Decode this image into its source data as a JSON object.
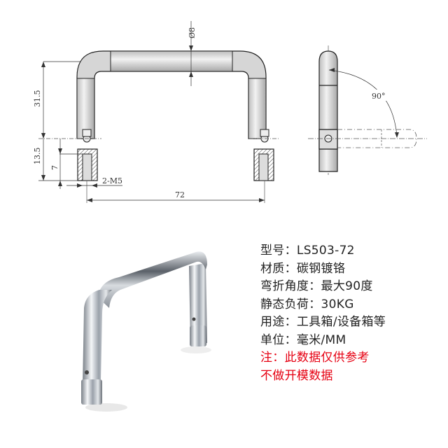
{
  "drawing": {
    "front_view": {
      "dimensions": {
        "diameter": "Ø8",
        "height_total": "31.5",
        "base_height": "13.5",
        "thread_depth": "7",
        "thread": "2-M5",
        "width": "72"
      }
    },
    "side_view": {
      "angle": "90°"
    }
  },
  "specs": [
    {
      "label": "型号",
      "sep": "：",
      "value": "LS503-72"
    },
    {
      "label": "材质",
      "sep": "：",
      "value": "碳钢镀铬"
    },
    {
      "label": "弯折角度",
      "sep": "：",
      "value": "最大90度"
    },
    {
      "label": "静态负荷",
      "sep": "：",
      "value": "30KG"
    },
    {
      "label": "用途",
      "sep": "：",
      "value": "工具箱/设备箱等"
    },
    {
      "label": "单位",
      "sep": "：",
      "value": "毫米/MM"
    }
  ],
  "note": {
    "line1": "注：此数据仅供参考",
    "line2": "不做开模数据"
  },
  "colors": {
    "note": "#e60012",
    "text": "#222222",
    "line": "#333333"
  }
}
